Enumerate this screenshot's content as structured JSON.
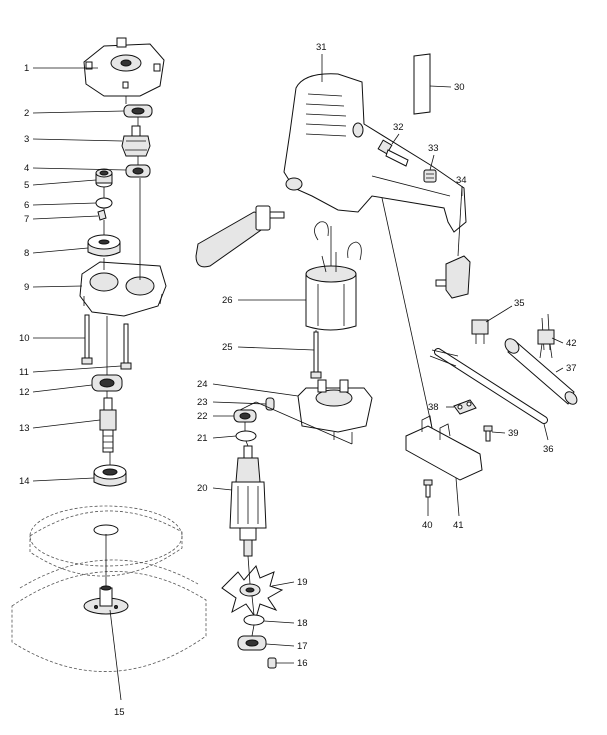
{
  "diagram": {
    "callouts": [
      "1",
      "2",
      "3",
      "4",
      "5",
      "6",
      "7",
      "8",
      "9",
      "10",
      "11",
      "12",
      "13",
      "14",
      "15",
      "16",
      "17",
      "18",
      "19",
      "20",
      "21",
      "22",
      "23",
      "24",
      "25",
      "26",
      "30",
      "31",
      "32",
      "33",
      "34",
      "35",
      "36",
      "37",
      "38",
      "39",
      "40",
      "41",
      "42"
    ]
  }
}
